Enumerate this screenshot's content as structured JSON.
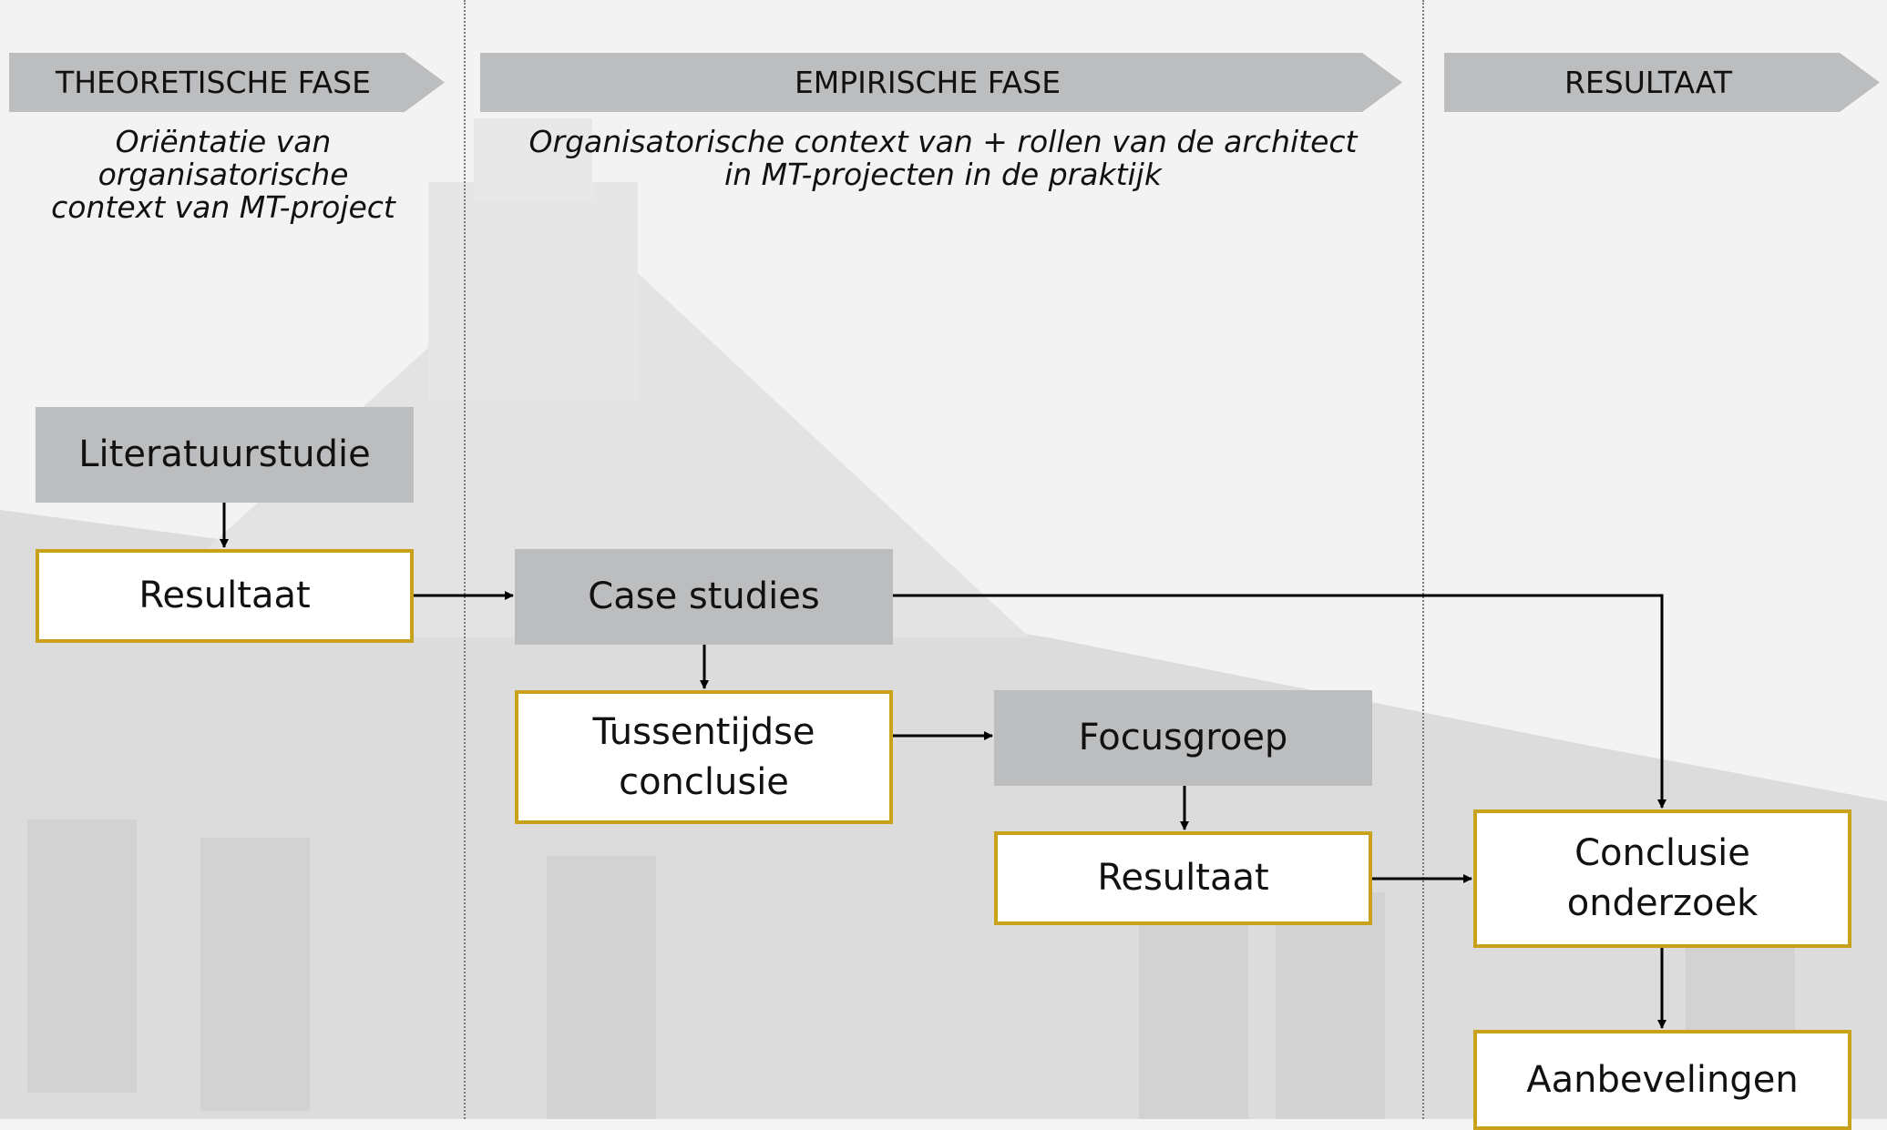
{
  "phases": {
    "theoretical": "THEORETISCHE FASE",
    "empirical": "EMPIRISCHE FASE",
    "result": "RESULTAAT"
  },
  "descriptions": {
    "theoretical": "Oriëntatie van organisatorische context van MT-project",
    "empirical": "Organisatorische context van + rollen van de architect in MT-projecten in de praktijk"
  },
  "boxes": {
    "literatuurstudie": "Literatuurstudie",
    "resultaat_1": "Resultaat",
    "case_studies": "Case studies",
    "tussentijdse_conclusie": "Tussentijdse conclusie",
    "focusgroep": "Focusgroep",
    "resultaat_2": "Resultaat",
    "conclusie_onderzoek": "Conclusie onderzoek",
    "aanbevelingen": "Aanbevelingen"
  },
  "colors": {
    "header_fill": "#bcbdbf",
    "process_fill": "#bcbdbf",
    "result_border": "#c9a21c",
    "arrow": "#000000"
  }
}
